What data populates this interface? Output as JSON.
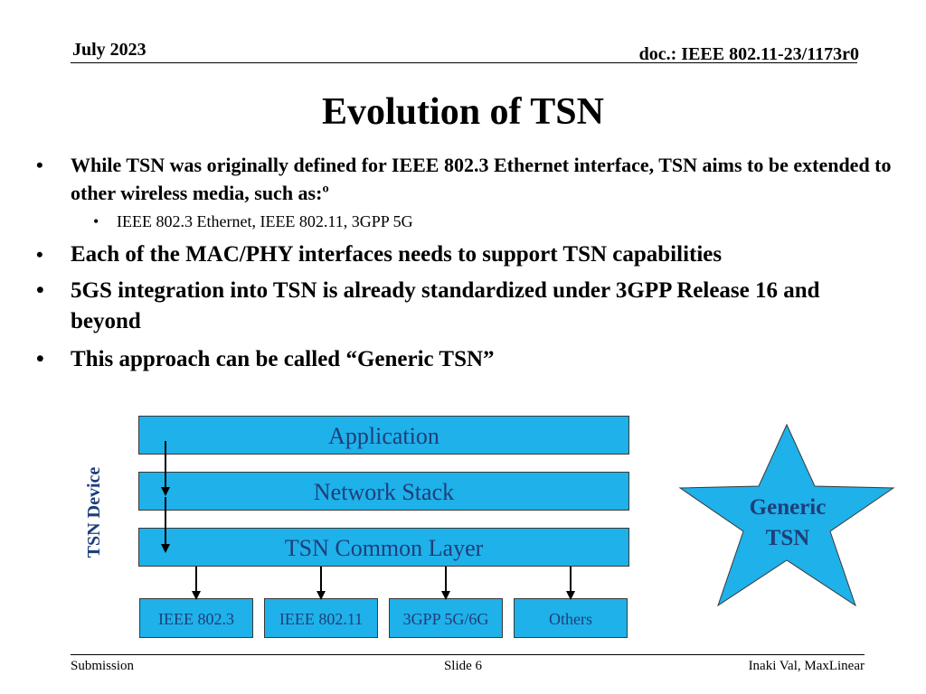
{
  "header": {
    "date": "July 2023",
    "doc": "doc.: IEEE 802.11-23/1173r0"
  },
  "title": "Evolution of TSN",
  "bullets": {
    "bullet_char": "•",
    "b1": "While TSN was originally defined for IEEE 802.3 Ethernet interface, TSN aims to be extended to other wireless media, such as:º",
    "b1_sub": "IEEE 802.3 Ethernet, IEEE 802.11, 3GPP 5G",
    "b2": "Each of the MAC/PHY interfaces needs to support TSN capabilities",
    "b3": "5GS integration into TSN is already standardized under 3GPP Release 16 and beyond",
    "b4": "This approach can be called “Generic TSN”"
  },
  "diagram": {
    "device_label": "TSN Device",
    "layers": [
      "Application",
      "Network Stack",
      "TSN Common Layer"
    ],
    "interfaces": [
      "IEEE 802.3",
      "IEEE 802.11",
      "3GPP 5G/6G",
      "Others"
    ],
    "star_line1": "Generic",
    "star_line2": "TSN",
    "box_color": "#1fb1e9",
    "text_color": "#1f3e7a"
  },
  "footer": {
    "left": "Submission",
    "center": "Slide 6",
    "right": "Inaki Val, MaxLinear"
  }
}
